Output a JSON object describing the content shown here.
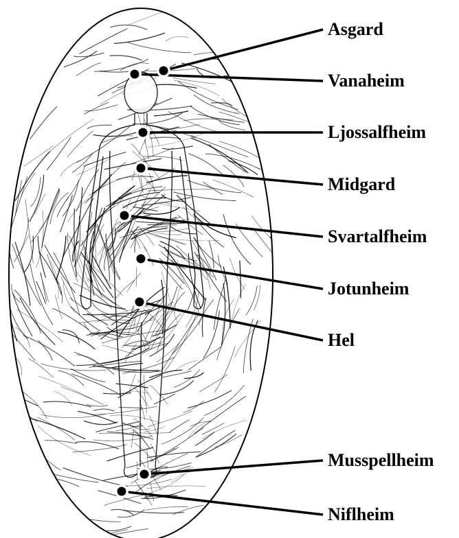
{
  "diagram": {
    "labels": [
      {
        "id": "asgard",
        "text": "Asgard"
      },
      {
        "id": "vanaheim",
        "text": "Vanaheim"
      },
      {
        "id": "ljossalfheim",
        "text": "Ljossalfheim"
      },
      {
        "id": "midgard",
        "text": "Midgard"
      },
      {
        "id": "svartalfheim",
        "text": "Svartalfheim"
      },
      {
        "id": "jotunheim",
        "text": "Jotunheim"
      },
      {
        "id": "hel",
        "text": "Hel"
      },
      {
        "id": "musspellheim",
        "text": "Musspellheim"
      },
      {
        "id": "niflheim",
        "text": "Niflheim"
      }
    ],
    "colors": {
      "ink": "#000000",
      "background": "#ffffff"
    }
  }
}
